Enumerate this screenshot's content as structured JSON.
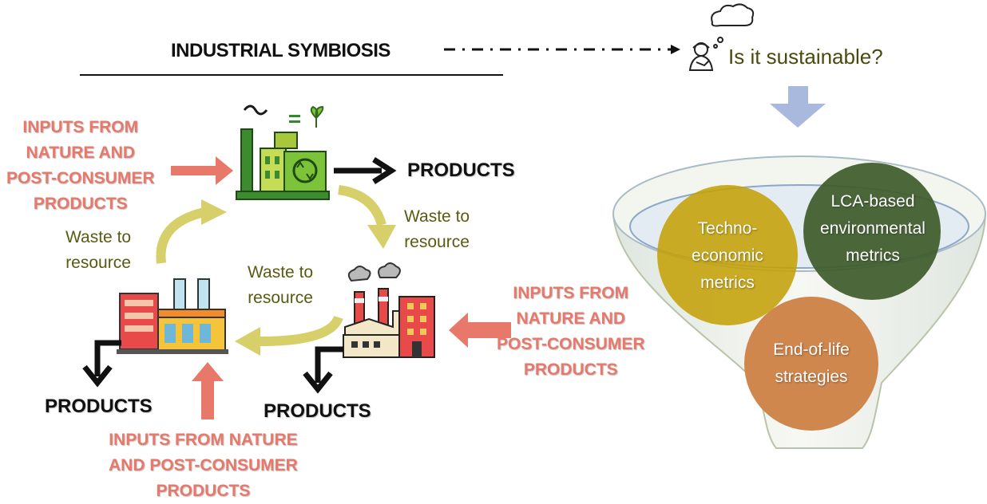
{
  "header": {
    "title": "INDUSTRIAL SYMBIOSIS",
    "question": "Is it sustainable?"
  },
  "inputs": {
    "left": [
      "INPUTS FROM",
      "NATURE AND",
      "POST-CONSUMER",
      "PRODUCTS"
    ],
    "right": [
      "INPUTS FROM",
      "NATURE AND",
      "POST-CONSUMER",
      "PRODUCTS"
    ],
    "bottom": [
      "INPUTS FROM NATURE",
      "AND POST-CONSUMER",
      "PRODUCTS"
    ]
  },
  "products": {
    "top": "PRODUCTS",
    "left": "PRODUCTS",
    "middle": "PRODUCTS"
  },
  "waste": {
    "right": [
      "Waste to",
      "resource"
    ],
    "middle": [
      "Waste to",
      "resource"
    ],
    "left": [
      "Waste to",
      "resource"
    ]
  },
  "funnel": {
    "techno": [
      "Techno-",
      "economic",
      "metrics"
    ],
    "lca": [
      "LCA-based",
      "environmental",
      "metrics"
    ],
    "eol": [
      "End-of-life",
      "strategies"
    ]
  },
  "colors": {
    "input_red": "#e8786a",
    "waste_olive": "#d6cf6a",
    "techno_gold": "#c4a008",
    "lca_green": "#3e5b2a",
    "eol_orange": "#d0874e",
    "down_arrow": "#a9b9de"
  }
}
